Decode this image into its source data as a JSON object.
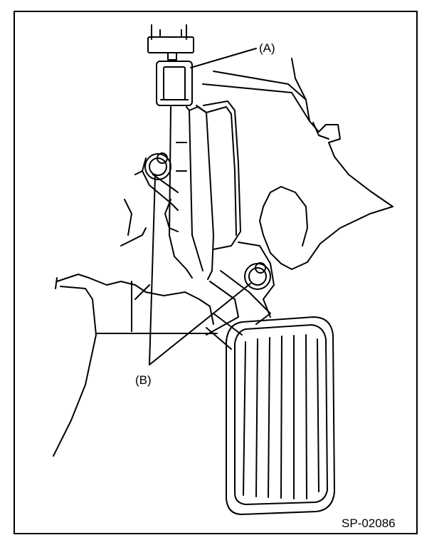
{
  "callouts": {
    "a": "(A)",
    "b": "(B)"
  },
  "figure_id": "SP-02086",
  "colors": {
    "line": "#000000",
    "background": "#ffffff"
  }
}
